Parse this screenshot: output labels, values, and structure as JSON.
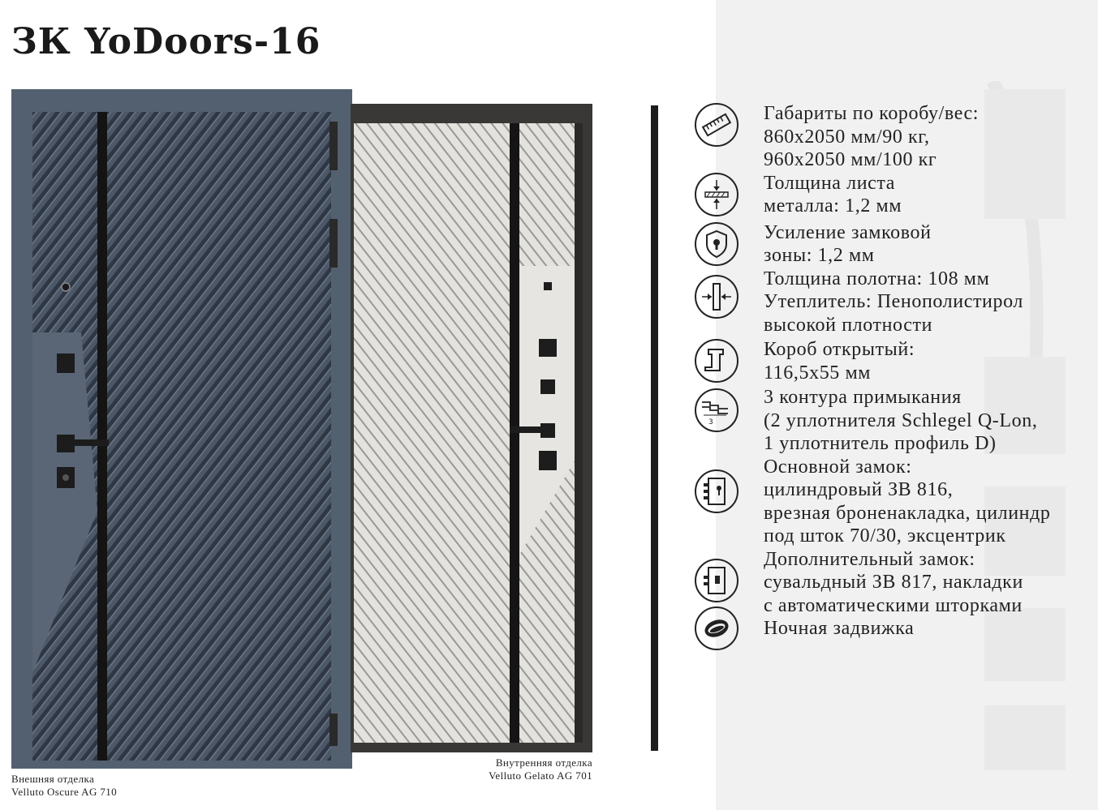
{
  "page": {
    "title": "ЗК YoDoors-16"
  },
  "doors": {
    "outer": {
      "caption_line1": "Внешняя  отделка",
      "caption_line2": "Velluto Oscure AG 710",
      "color": "#4e5a6a"
    },
    "inner": {
      "caption_line1": "Внутренняя  отделка",
      "caption_line2": "Velluto Gelato AG 701",
      "color": "#dedcd7"
    }
  },
  "specs": [
    {
      "icon": "ruler-icon",
      "lines": [
        "Габариты по коробу/вес:",
        "860х2050 мм/90 кг,",
        "960х2050 мм/100 кг"
      ]
    },
    {
      "icon": "sheet-thickness-icon",
      "lines": [
        "Толщина листа",
        "металла: 1,2 мм"
      ]
    },
    {
      "icon": "lock-shield-icon",
      "lines": [
        "Усиление замковой",
        "зоны: 1,2 мм"
      ]
    },
    {
      "icon": "leaf-thickness-icon",
      "lines": [
        "Толщина полотна: 108 мм",
        "Утеплитель: Пенополистирол",
        "высокой плотности"
      ]
    },
    {
      "icon": "frame-profile-icon",
      "lines": [
        "Короб открытый:",
        "116,5х55 мм"
      ]
    },
    {
      "icon": "seal-contours-icon",
      "lines": [
        "3 контура примыкания",
        "(2  уплотнителя Schlegel Q-Lon,",
        "1 уплотнитель профиль D)"
      ]
    },
    {
      "icon": "main-lock-icon",
      "lines": [
        "Основной замок:",
        "цилиндровый ЗВ 816,",
        "врезная броненакладка, цилиндр",
        "под шток 70/30, эксцентрик"
      ]
    },
    {
      "icon": "extra-lock-icon",
      "lines": [
        "Дополнительный замок:",
        "сувальдный ЗВ 817, накладки",
        "с автоматическими шторками"
      ]
    },
    {
      "icon": "night-latch-icon",
      "lines": [
        "Ночная  задвижка"
      ]
    }
  ],
  "colors": {
    "accent_dark": "#1d1d1d",
    "panel_bg": "#f1f1f1"
  }
}
